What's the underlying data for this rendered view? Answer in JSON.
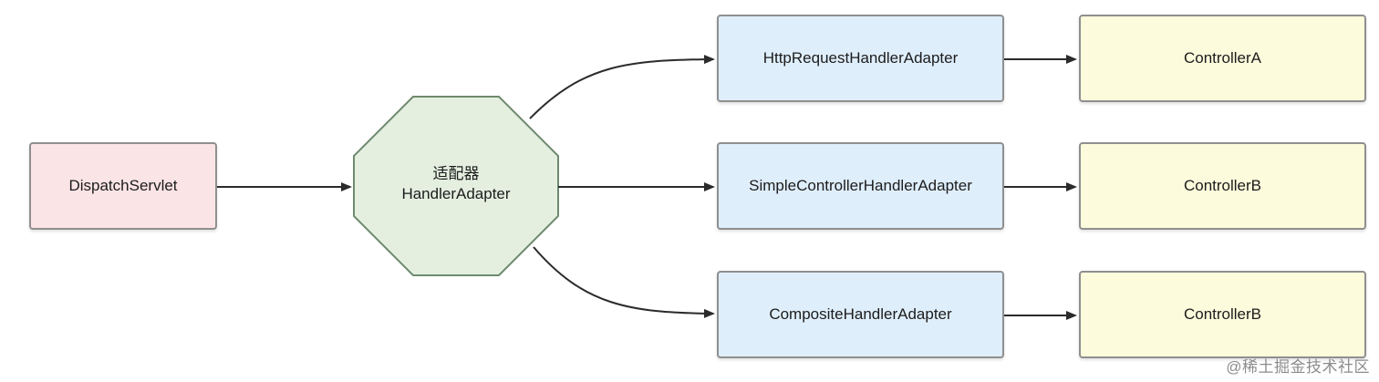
{
  "nodes": {
    "dispatch": "DispatchServlet",
    "adapter_title": "适配器",
    "adapter_subtitle": "HandlerAdapter",
    "http_adapter": "HttpRequestHandlerAdapter",
    "simple_adapter": "SimpleControllerHandlerAdapter",
    "composite_adapter": "CompositeHandlerAdapter",
    "controller_a": "ControllerA",
    "controller_b_top": "ControllerB",
    "controller_b_bottom": "ControllerB"
  },
  "watermark": "@稀土掘金技术社区",
  "colors": {
    "dispatch_fill": "#fbe4e6",
    "adapter_octagon_fill": "#e4efe0",
    "adapter_octagon_stroke": "#6f8a6f",
    "handler_fill": "#dfeefb",
    "controller_fill": "#fcfbdc",
    "border": "#8f8f8f",
    "arrow": "#2b2b2b"
  }
}
